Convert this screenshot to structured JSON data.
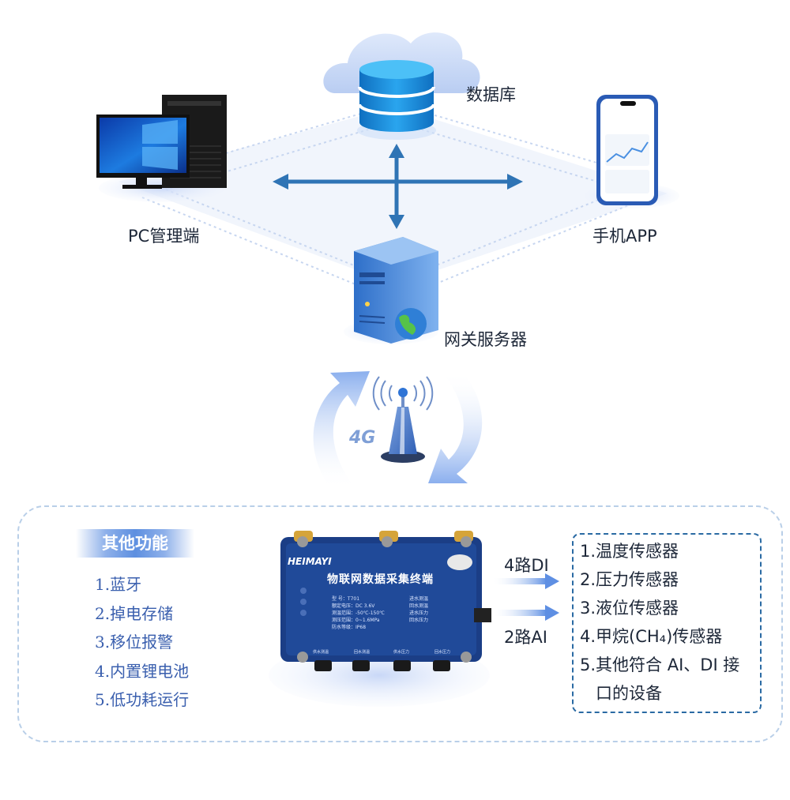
{
  "nodes": {
    "database": "数据库",
    "pc": "PC管理端",
    "phone": "手机APP",
    "gateway": "网关服务器"
  },
  "network": {
    "label": "4G"
  },
  "device": {
    "brand": "HEIMAYI",
    "title": "物联网数据采集终端",
    "specs": [
      "型    号：T701",
      "额定电压：DC 3.6V",
      "测温范围：-50℃-150℃",
      "测压范围：0~1.6MPa",
      "防水等级：IP68"
    ],
    "indicators": [
      "进水测温",
      "回水测温",
      "进水压力",
      "回水压力"
    ],
    "ports": [
      "供水测温",
      "回水测温",
      "供水压力",
      "回水压力"
    ]
  },
  "io": {
    "di": "4路DI",
    "ai": "2路AI"
  },
  "functions": {
    "title": "其他功能",
    "items": [
      "1.蓝牙",
      "2.掉电存储",
      "3.移位报警",
      "4.内置锂电池",
      "5.低功耗运行"
    ]
  },
  "sensors": {
    "items": [
      "1.温度传感器",
      "2.压力传感器",
      "3.液位传感器",
      "4.甲烷(CH₄)传感器",
      "5.其他符合 AI、DI 接",
      "口的设备"
    ]
  },
  "colors": {
    "arrow": "#2f74b5",
    "cylinder": "#1f8fd8",
    "panel_border": "#b9cfe8",
    "device_body": "#1b3e86"
  }
}
